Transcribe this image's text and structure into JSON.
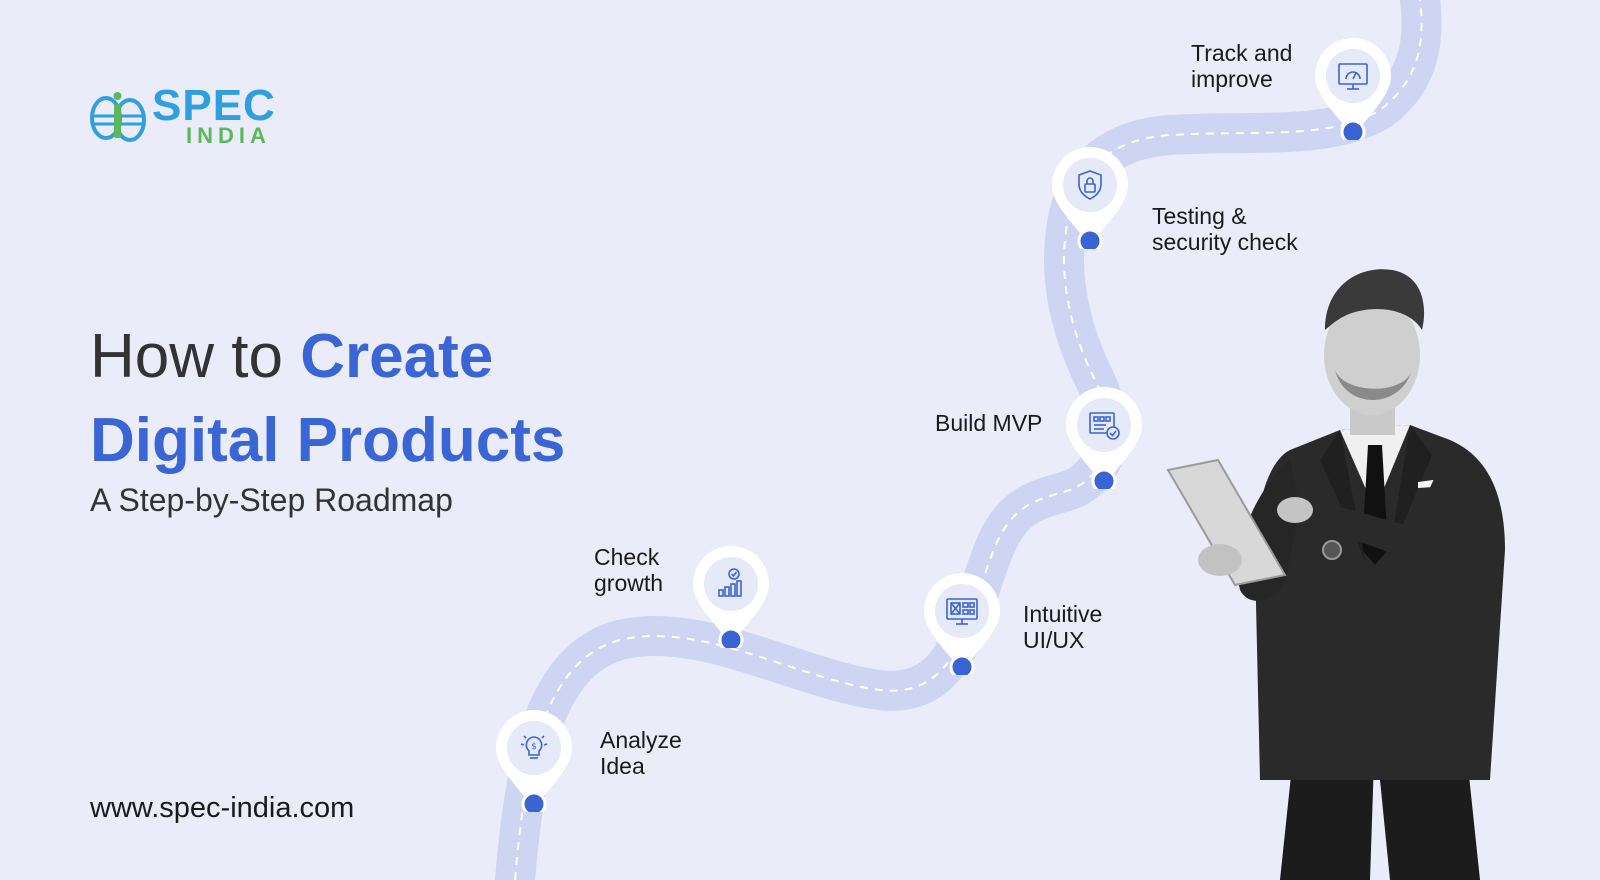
{
  "brand": {
    "logo_spec": "SPEC",
    "logo_india": "INDIA"
  },
  "headline": {
    "prefix": "How to",
    "accent_1": "Create",
    "accent_2": "Digital Products",
    "subtitle": "A Step-by-Step Roadmap"
  },
  "website": "www.spec-india.com",
  "steps": [
    {
      "label": "Analyze\nIdea",
      "icon": "idea-bulb-icon"
    },
    {
      "label": "Check\ngrowth",
      "icon": "growth-chart-icon"
    },
    {
      "label": "Intuitive\nUI/UX",
      "icon": "ui-layout-icon"
    },
    {
      "label": "Build MVP",
      "icon": "mvp-build-icon"
    },
    {
      "label": "Testing &\nsecurity check",
      "icon": "security-shield-icon"
    },
    {
      "label": "Track and\nimprove",
      "icon": "monitor-gauge-icon"
    }
  ],
  "colors": {
    "background": "#ebecf9",
    "road": "#cdd5f2",
    "accent": "#3a65d4",
    "pin_dot": "#3a63d4",
    "logo_blue": "#2f9fe0",
    "logo_green": "#5cb85c"
  }
}
